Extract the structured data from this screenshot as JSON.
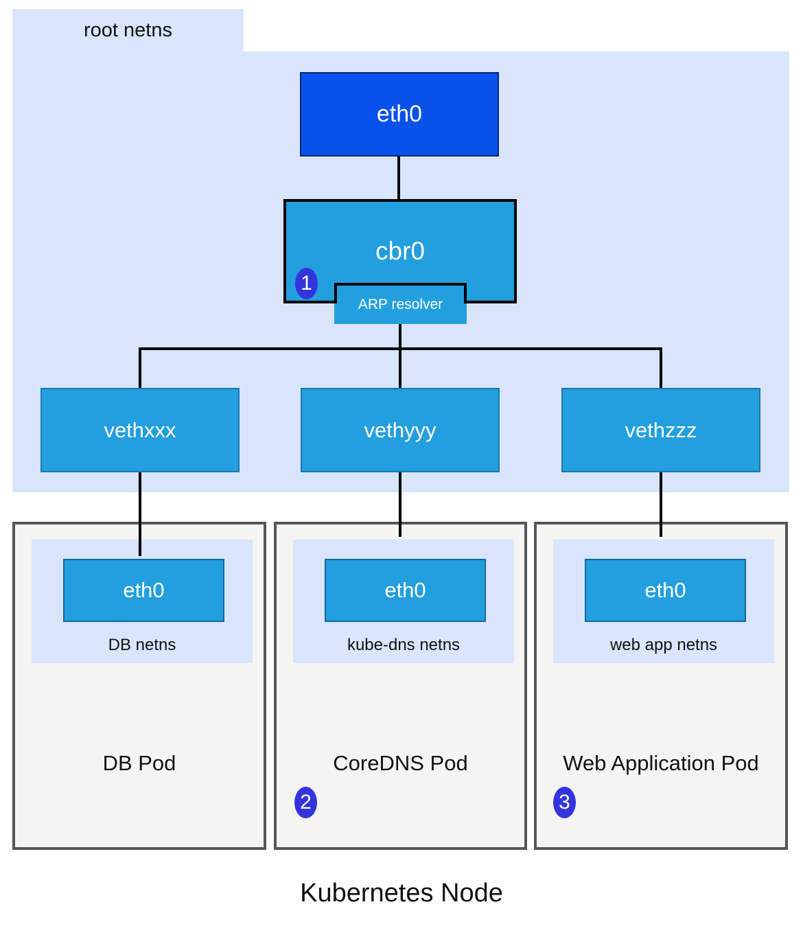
{
  "title": "Kubernetes Node",
  "colors": {
    "region_bg": "#d9e5fb",
    "eth0_fill": "#0852ec",
    "eth0_border": "#0a2472",
    "cyan_fill": "#229fdf",
    "veth_border": "#1878b2",
    "inner_border": "#14679e",
    "pod_fill": "#f4f4f3",
    "pod_border": "#565656",
    "badge_fill": "#3434dd",
    "line": "#000000"
  },
  "root_netns": {
    "label": "root netns",
    "eth0": "eth0",
    "cbr0": "cbr0",
    "arp_resolver": "ARP resolver",
    "badge_1": "1",
    "veths": [
      "vethxxx",
      "vethyyy",
      "vethzzz"
    ]
  },
  "pods": [
    {
      "title": "DB Pod",
      "netns": "DB netns",
      "eth0": "eth0"
    },
    {
      "title": "CoreDNS Pod",
      "netns": "kube-dns netns",
      "eth0": "eth0",
      "badge": "2"
    },
    {
      "title": "Web Application Pod",
      "netns": "web app netns",
      "eth0": "eth0",
      "badge": "3"
    }
  ]
}
